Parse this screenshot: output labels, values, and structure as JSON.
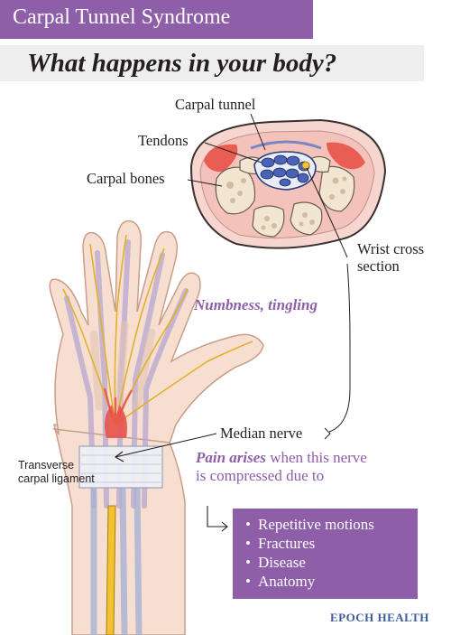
{
  "title": "Carpal Tunnel Syndrome",
  "subtitle": "What happens in your body?",
  "labels": {
    "carpal_tunnel": "Carpal tunnel",
    "tendons": "Tendons",
    "carpal_bones": "Carpal bones",
    "wrist_cross_line1": "Wrist cross",
    "wrist_cross_line2": "section",
    "numbness": "Numbness, tingling",
    "median_nerve": "Median nerve",
    "ligament_line1": "Transverse",
    "ligament_line2": "carpal ligament"
  },
  "pain": {
    "emphasis": "Pain arises",
    "rest": " when this nerve is compressed due to"
  },
  "causes": [
    "Repetitive motions",
    "Fractures",
    "Disease",
    "Anatomy"
  ],
  "brand": "EPOCH HEALTH",
  "colors": {
    "accent_purple": "#8e5ea8",
    "nerve_yellow": "#f2c230",
    "inflamed_red": "#e8524a",
    "skin": "#f6dfd0"
  }
}
